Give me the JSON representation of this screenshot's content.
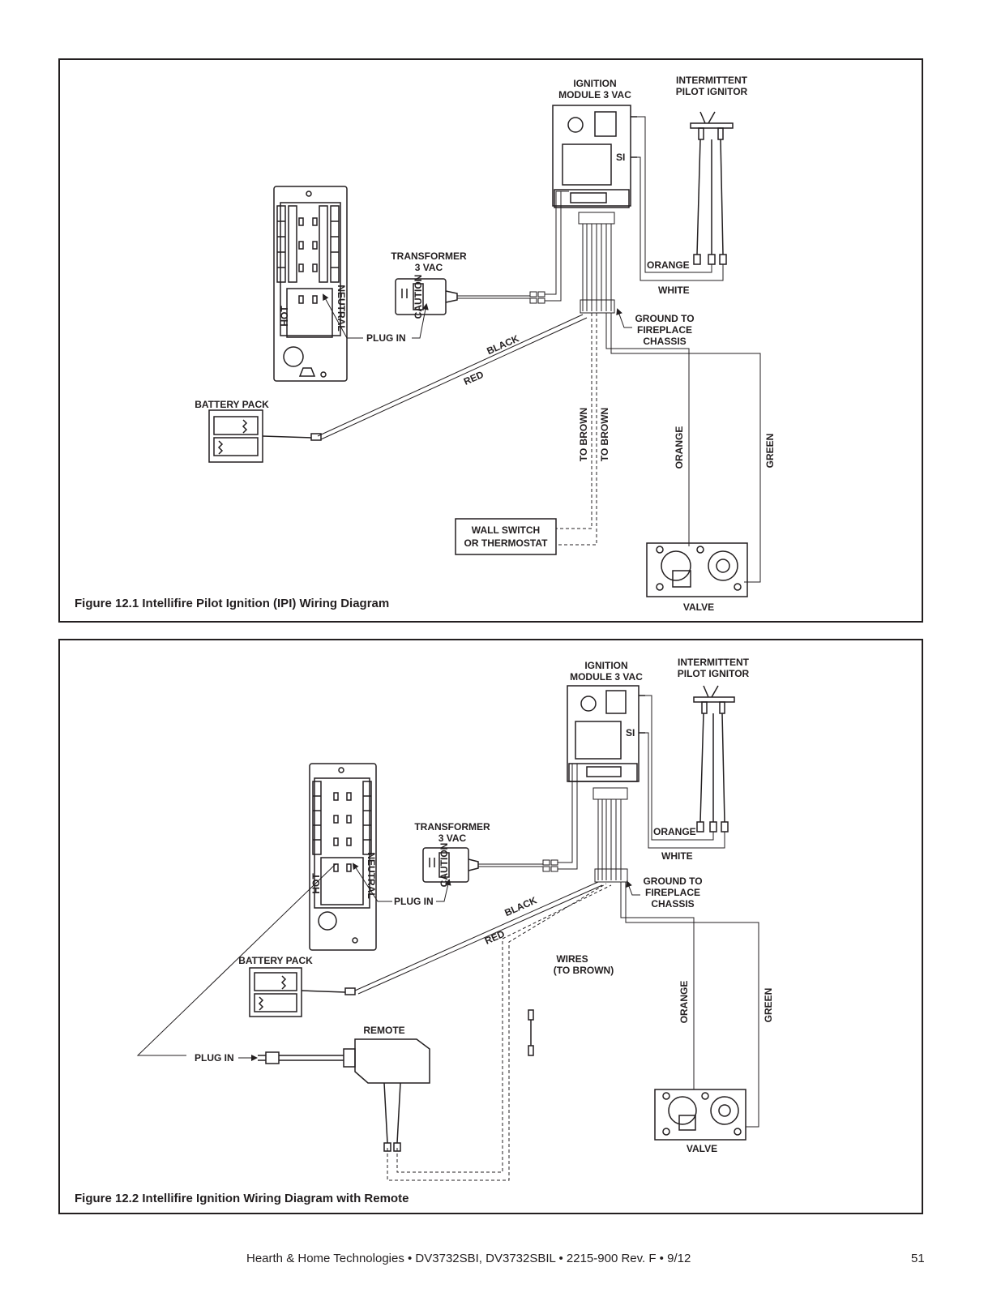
{
  "figure1": {
    "caption": "Figure 12.1  Intellifire Pilot Ignition (IPI) Wiring Diagram",
    "labels": {
      "ignition_module_line1": "IGNITION",
      "ignition_module_line2": "MODULE 3 VAC",
      "pilot_ignitor_line1": "INTERMITTENT",
      "pilot_ignitor_line2": "PILOT IGNITOR",
      "transformer_line1": "TRANSFORMER",
      "transformer_line2": "3 VAC",
      "plug_in": "PLUG IN",
      "orange_top": "ORANGE",
      "white": "WHITE",
      "ground_line1": "GROUND TO",
      "ground_line2": "FIREPLACE",
      "ground_line3": "CHASSIS",
      "black": "BLACK",
      "red": "RED",
      "battery_pack": "BATTERY PACK",
      "to_brown_1": "TO BROWN",
      "to_brown_2": "TO BROWN",
      "orange_vertical": "ORANGE",
      "green_vertical": "GREEN",
      "wall_switch_line1": "WALL SWITCH",
      "wall_switch_line2": "OR THERMOSTAT",
      "valve": "VALVE",
      "hot": "HOT",
      "neutral": "NEUTRAL",
      "caution": "CAUTION",
      "si": "SI"
    }
  },
  "figure2": {
    "caption": "Figure 12.2  Intellifire Ignition Wiring Diagram with Remote",
    "labels": {
      "ignition_module_line1": "IGNITION",
      "ignition_module_line2": "MODULE 3 VAC",
      "pilot_ignitor_line1": "INTERMITTENT",
      "pilot_ignitor_line2": "PILOT IGNITOR",
      "transformer_line1": "TRANSFORMER",
      "transformer_line2": "3 VAC",
      "plug_in": "PLUG IN",
      "orange_top": "ORANGE",
      "white": "WHITE",
      "ground_line1": "GROUND TO",
      "ground_line2": "FIREPLACE",
      "ground_line3": "CHASSIS",
      "black": "BLACK",
      "red": "RED",
      "battery_pack": "BATTERY PACK",
      "wires_line1": "WIRES",
      "wires_line2": "(TO BROWN)",
      "orange_vertical": "ORANGE",
      "green_vertical": "GREEN",
      "remote": "REMOTE",
      "plug_in_remote": "PLUG IN",
      "valve": "VALVE",
      "hot": "HOT",
      "neutral": "NEUTRAL",
      "caution": "CAUTION",
      "si": "SI"
    }
  },
  "footer": {
    "text": "Hearth & Home Technologies  •  DV3732SBI, DV3732SBIL  •  2215-900 Rev. F  •  9/12",
    "page_number": "51"
  }
}
